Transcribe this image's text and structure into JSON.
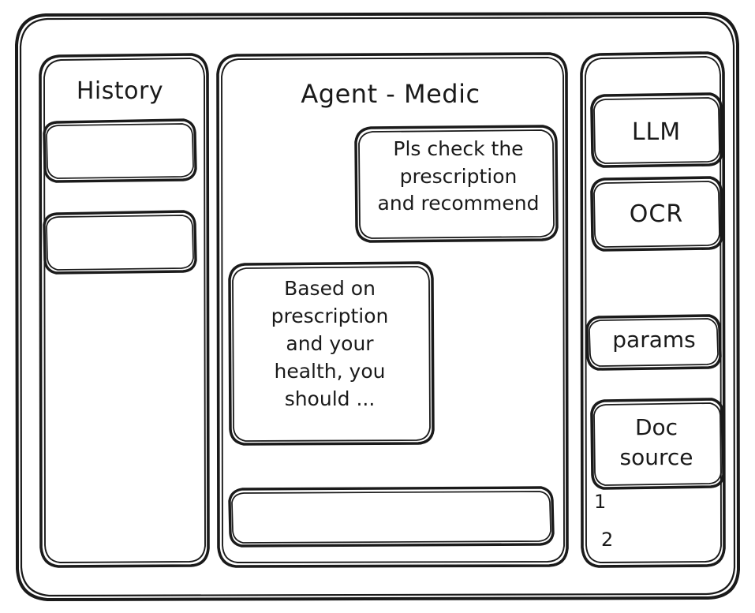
{
  "window": {
    "name": "agent-medic-wireframe"
  },
  "history_panel": {
    "title": "History",
    "items": [
      {
        "name": "history-item-1",
        "label": ""
      },
      {
        "name": "history-item-2",
        "label": ""
      }
    ]
  },
  "chat_panel": {
    "title": "Agent - Medic",
    "messages": [
      {
        "role": "user",
        "text": "Pls check the\nprescription\nand recommend"
      },
      {
        "role": "agent",
        "text": "Based on\nprescription\nand your\nhealth, you\nshould ..."
      }
    ],
    "composer": {
      "value": "",
      "placeholder": ""
    }
  },
  "tools_panel": {
    "buttons": [
      {
        "name": "llm",
        "label": "LLM"
      },
      {
        "name": "ocr",
        "label": "OCR"
      },
      {
        "name": "params",
        "label": "params"
      }
    ],
    "doc_source": {
      "label": "Doc\nsource",
      "items": [
        "1",
        "2"
      ]
    }
  },
  "colors": {
    "stroke": "#1a1a1a",
    "background": "#ffffff"
  }
}
